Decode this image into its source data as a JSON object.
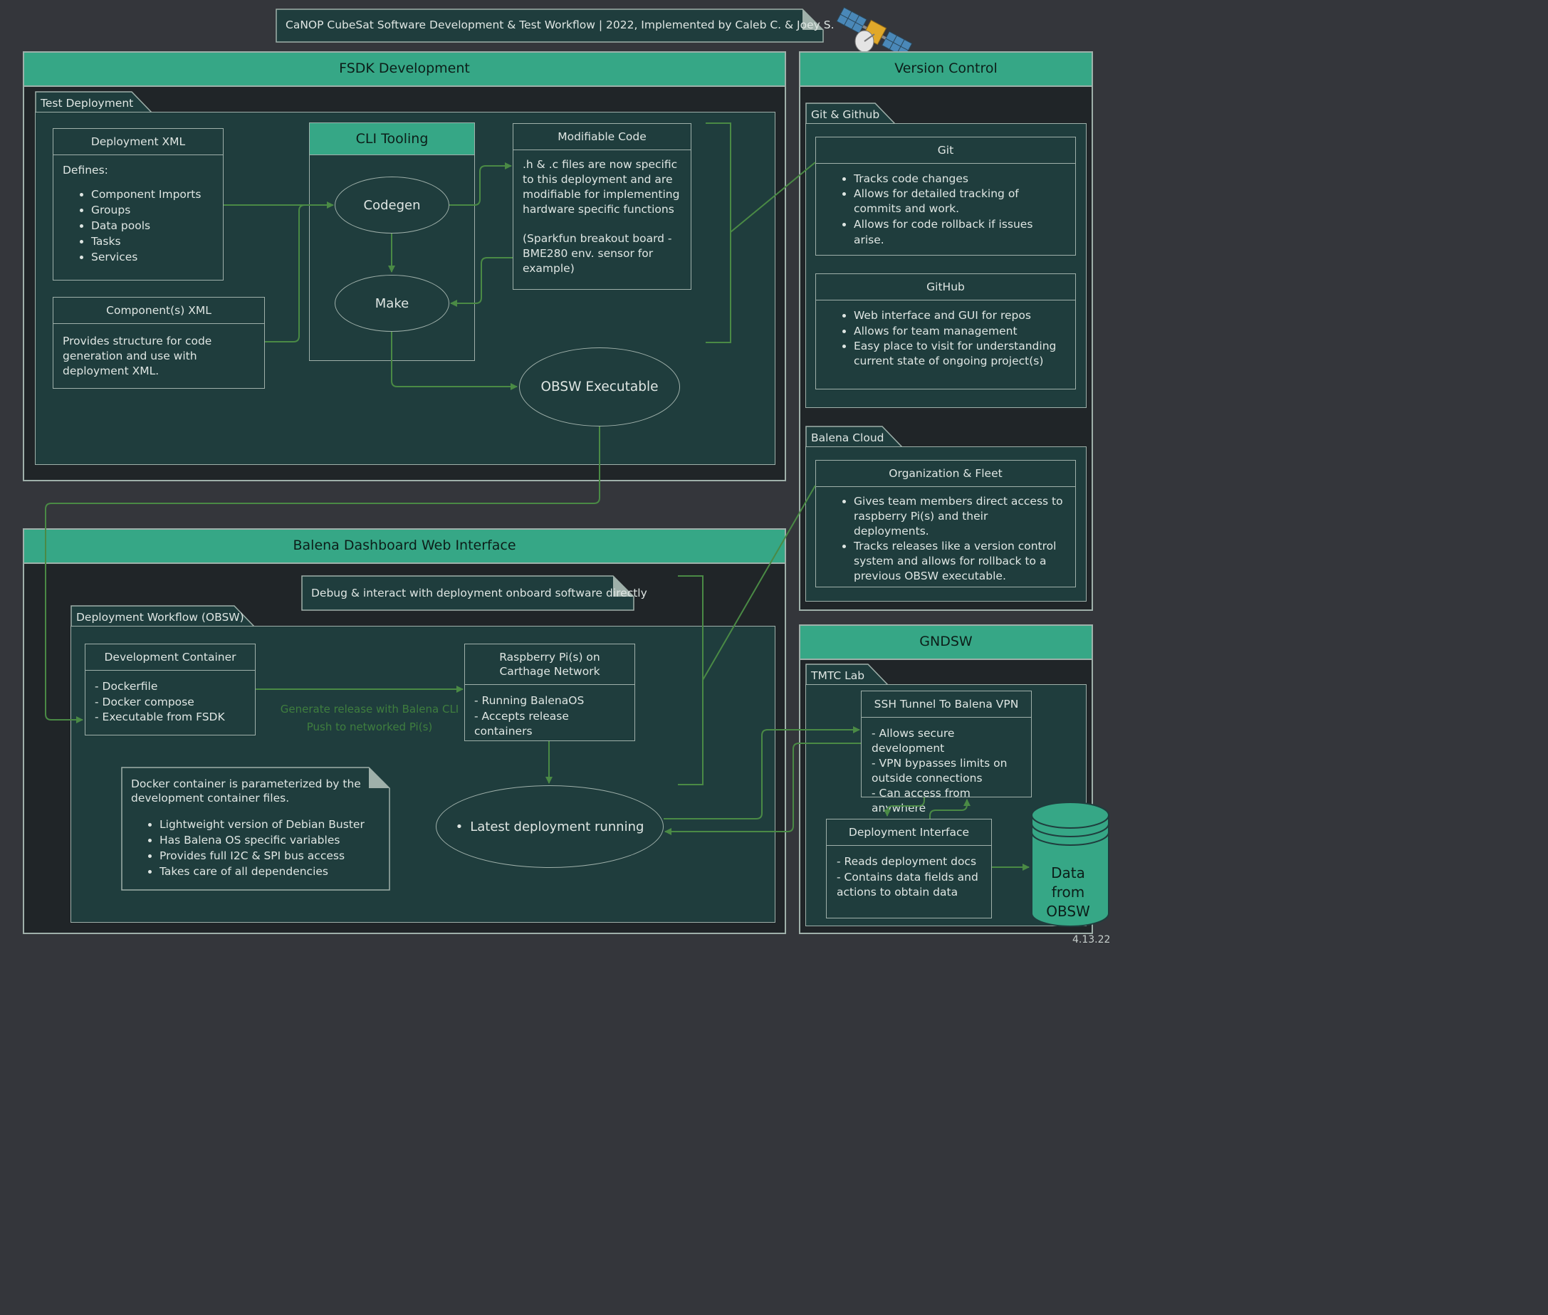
{
  "title": "CaNOP CubeSat Software Development & Test Workflow | 2022, Implemented by Caleb C. & Joey S.",
  "version_date": "4.13.22",
  "fsdk": {
    "header": "FSDK Development",
    "test_deployment_label": "Test Deployment",
    "deployment_xml": {
      "title": "Deployment XML",
      "intro": "Defines:",
      "items": [
        "Component Imports",
        "Groups",
        "Data pools",
        "Tasks",
        "Services"
      ]
    },
    "component_xml": {
      "title": "Component(s) XML",
      "body": "Provides structure for code generation and use with deployment XML."
    },
    "cli": {
      "title": "CLI Tooling",
      "codegen": "Codegen",
      "make": "Make"
    },
    "modifiable_code": {
      "title": "Modifiable Code",
      "body1": ".h & .c files are now specific to this deployment and are modifiable for implementing hardware specific functions",
      "body2": "(Sparkfun breakout board - BME280 env. sensor for example)"
    },
    "obsw_executable": "OBSW Executable"
  },
  "version_control": {
    "header": "Version Control",
    "git_github_label": "Git & Github",
    "git": {
      "title": "Git",
      "items": [
        "Tracks code changes",
        "Allows for detailed tracking of commits and work.",
        "Allows for code rollback if issues arise."
      ]
    },
    "github": {
      "title": "GitHub",
      "items": [
        "Web interface and GUI for repos",
        "Allows for team management",
        "Easy place to visit for understanding current state of ongoing project(s)"
      ]
    },
    "balena_cloud_label": "Balena Cloud",
    "org_fleet": {
      "title": "Organization & Fleet",
      "items": [
        "Gives team members direct access to raspberry Pi(s) and their deployments.",
        "Tracks releases like a version control system and allows for rollback to a previous OBSW executable."
      ]
    }
  },
  "balena_dashboard": {
    "header": "Balena Dashboard Web Interface",
    "debug_note": "Debug & interact with deployment onboard software directly",
    "workflow_label": "Deployment Workflow (OBSW)",
    "dev_container": {
      "title": "Development Container",
      "items": [
        "- Dockerfile",
        "- Docker compose",
        "- Executable from FSDK"
      ]
    },
    "release_label_1": "Generate release with Balena CLI",
    "release_label_2": "Push to networked Pi(s)",
    "raspberry": {
      "title": "Raspberry Pi(s) on Carthage Network",
      "items": [
        "- Running BalenaOS",
        "- Accepts release containers"
      ]
    },
    "docker_note": {
      "intro": "Docker container is parameterized by the development container files.",
      "items": [
        "Lightweight version of Debian Buster",
        "Has Balena OS specific variables",
        "Provides full I2C & SPI bus access",
        "Takes care of all dependencies"
      ]
    },
    "latest_deployment": "Latest deployment running"
  },
  "gndsw": {
    "header": "GNDSW",
    "tmtc_label": "TMTC Lab",
    "ssh": {
      "title": "SSH Tunnel To Balena VPN",
      "items": [
        "- Allows secure development",
        "- VPN bypasses limits on outside connections",
        "- Can access from anywhere"
      ]
    },
    "deployment_interface": {
      "title": "Deployment Interface",
      "items": [
        "- Reads deployment docs",
        "- Contains data fields and actions to obtain data"
      ]
    },
    "data_store": {
      "line1": "Data",
      "line2": "from",
      "line3": "OBSW"
    }
  },
  "colors": {
    "background": "#34363b",
    "frame_dark": "#202528",
    "header_green": "#36a786",
    "node_fill": "#1f3d3d",
    "arrow_green": "#4a8a45"
  }
}
